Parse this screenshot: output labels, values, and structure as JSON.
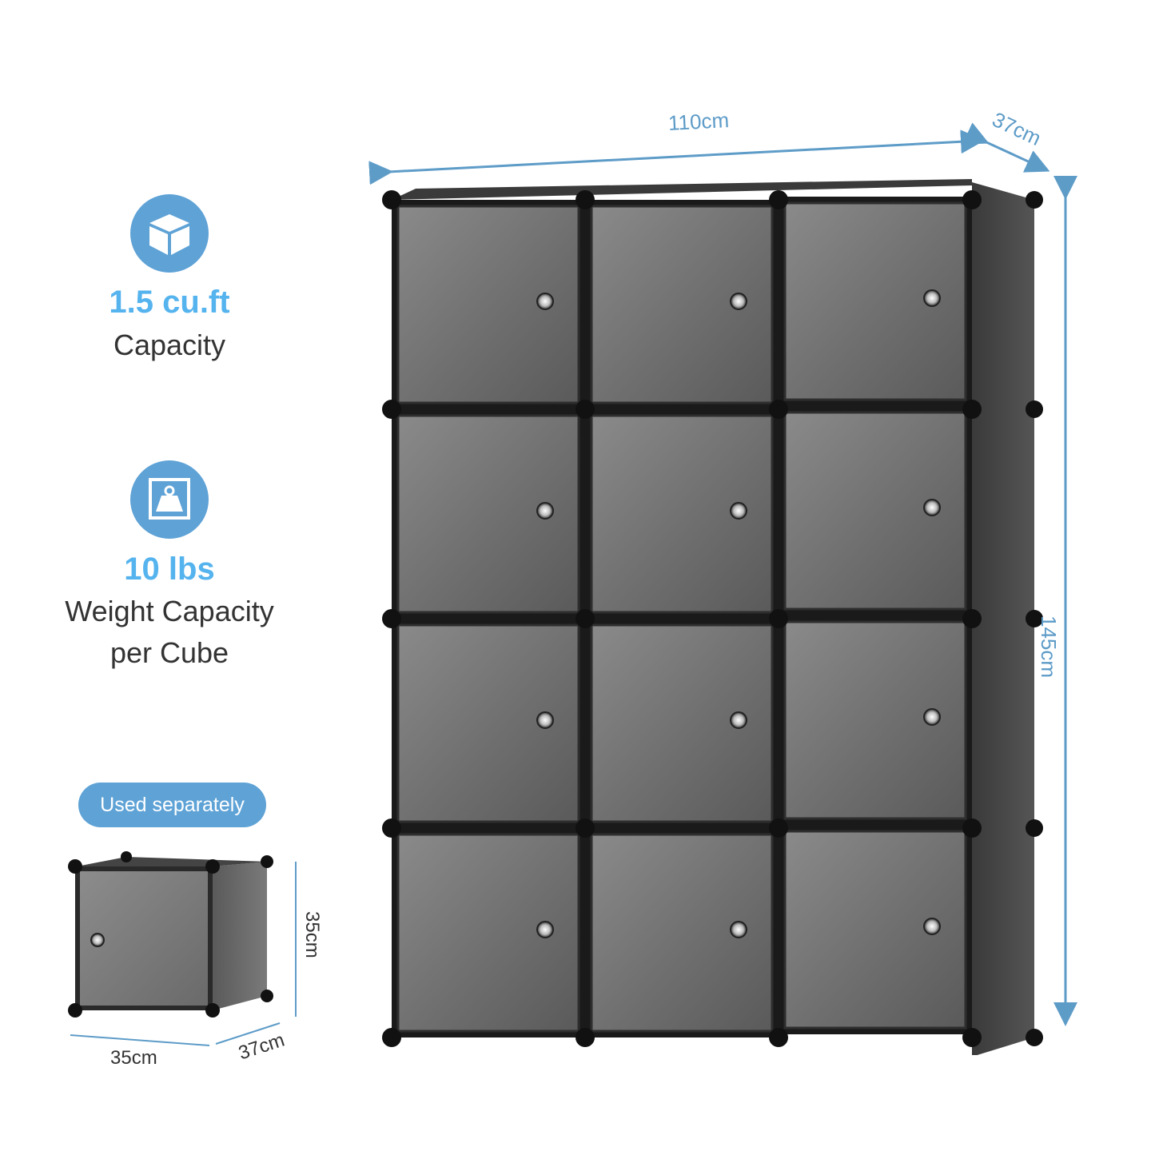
{
  "features": [
    {
      "icon": "cube-icon",
      "value": "1.5 cu.ft",
      "label": "Capacity"
    },
    {
      "icon": "weight-icon",
      "value": "10 lbs",
      "label_line1": "Weight Capacity",
      "label_line2": "per Cube"
    }
  ],
  "badge": {
    "label": "Used separately"
  },
  "dimensions": {
    "width": "110cm",
    "depth": "37cm",
    "height": "145cm",
    "single_width": "35cm",
    "single_depth": "37cm",
    "single_height": "35cm"
  },
  "colors": {
    "accent": "#5ea2d6",
    "value_text": "#55b3ee",
    "dimension": "#5e9cc8"
  },
  "unit": {
    "rows": 4,
    "columns": 3
  }
}
